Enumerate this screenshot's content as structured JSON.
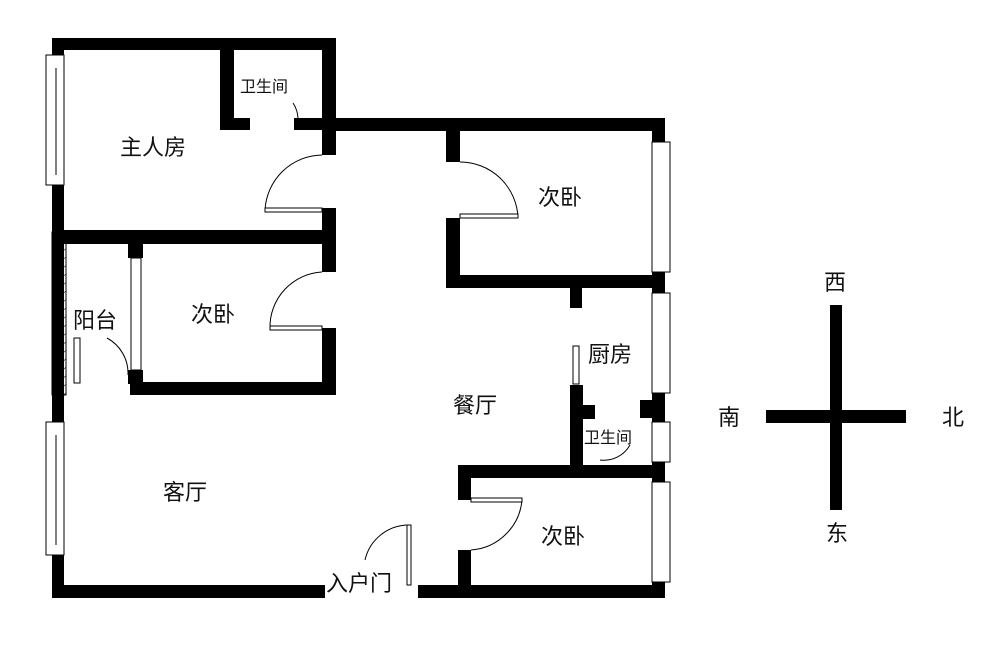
{
  "rooms": {
    "master_bath": "卫生间",
    "master": "主人房",
    "bedroom_ne": "次卧",
    "balcony": "阳台",
    "bedroom_mid": "次卧",
    "kitchen": "厨房",
    "dining": "餐厅",
    "bath2": "卫生间",
    "living": "客厅",
    "bedroom_se": "次卧",
    "entrance": "入户门"
  },
  "compass": {
    "west": "西",
    "south": "南",
    "north": "北",
    "east": "东"
  }
}
